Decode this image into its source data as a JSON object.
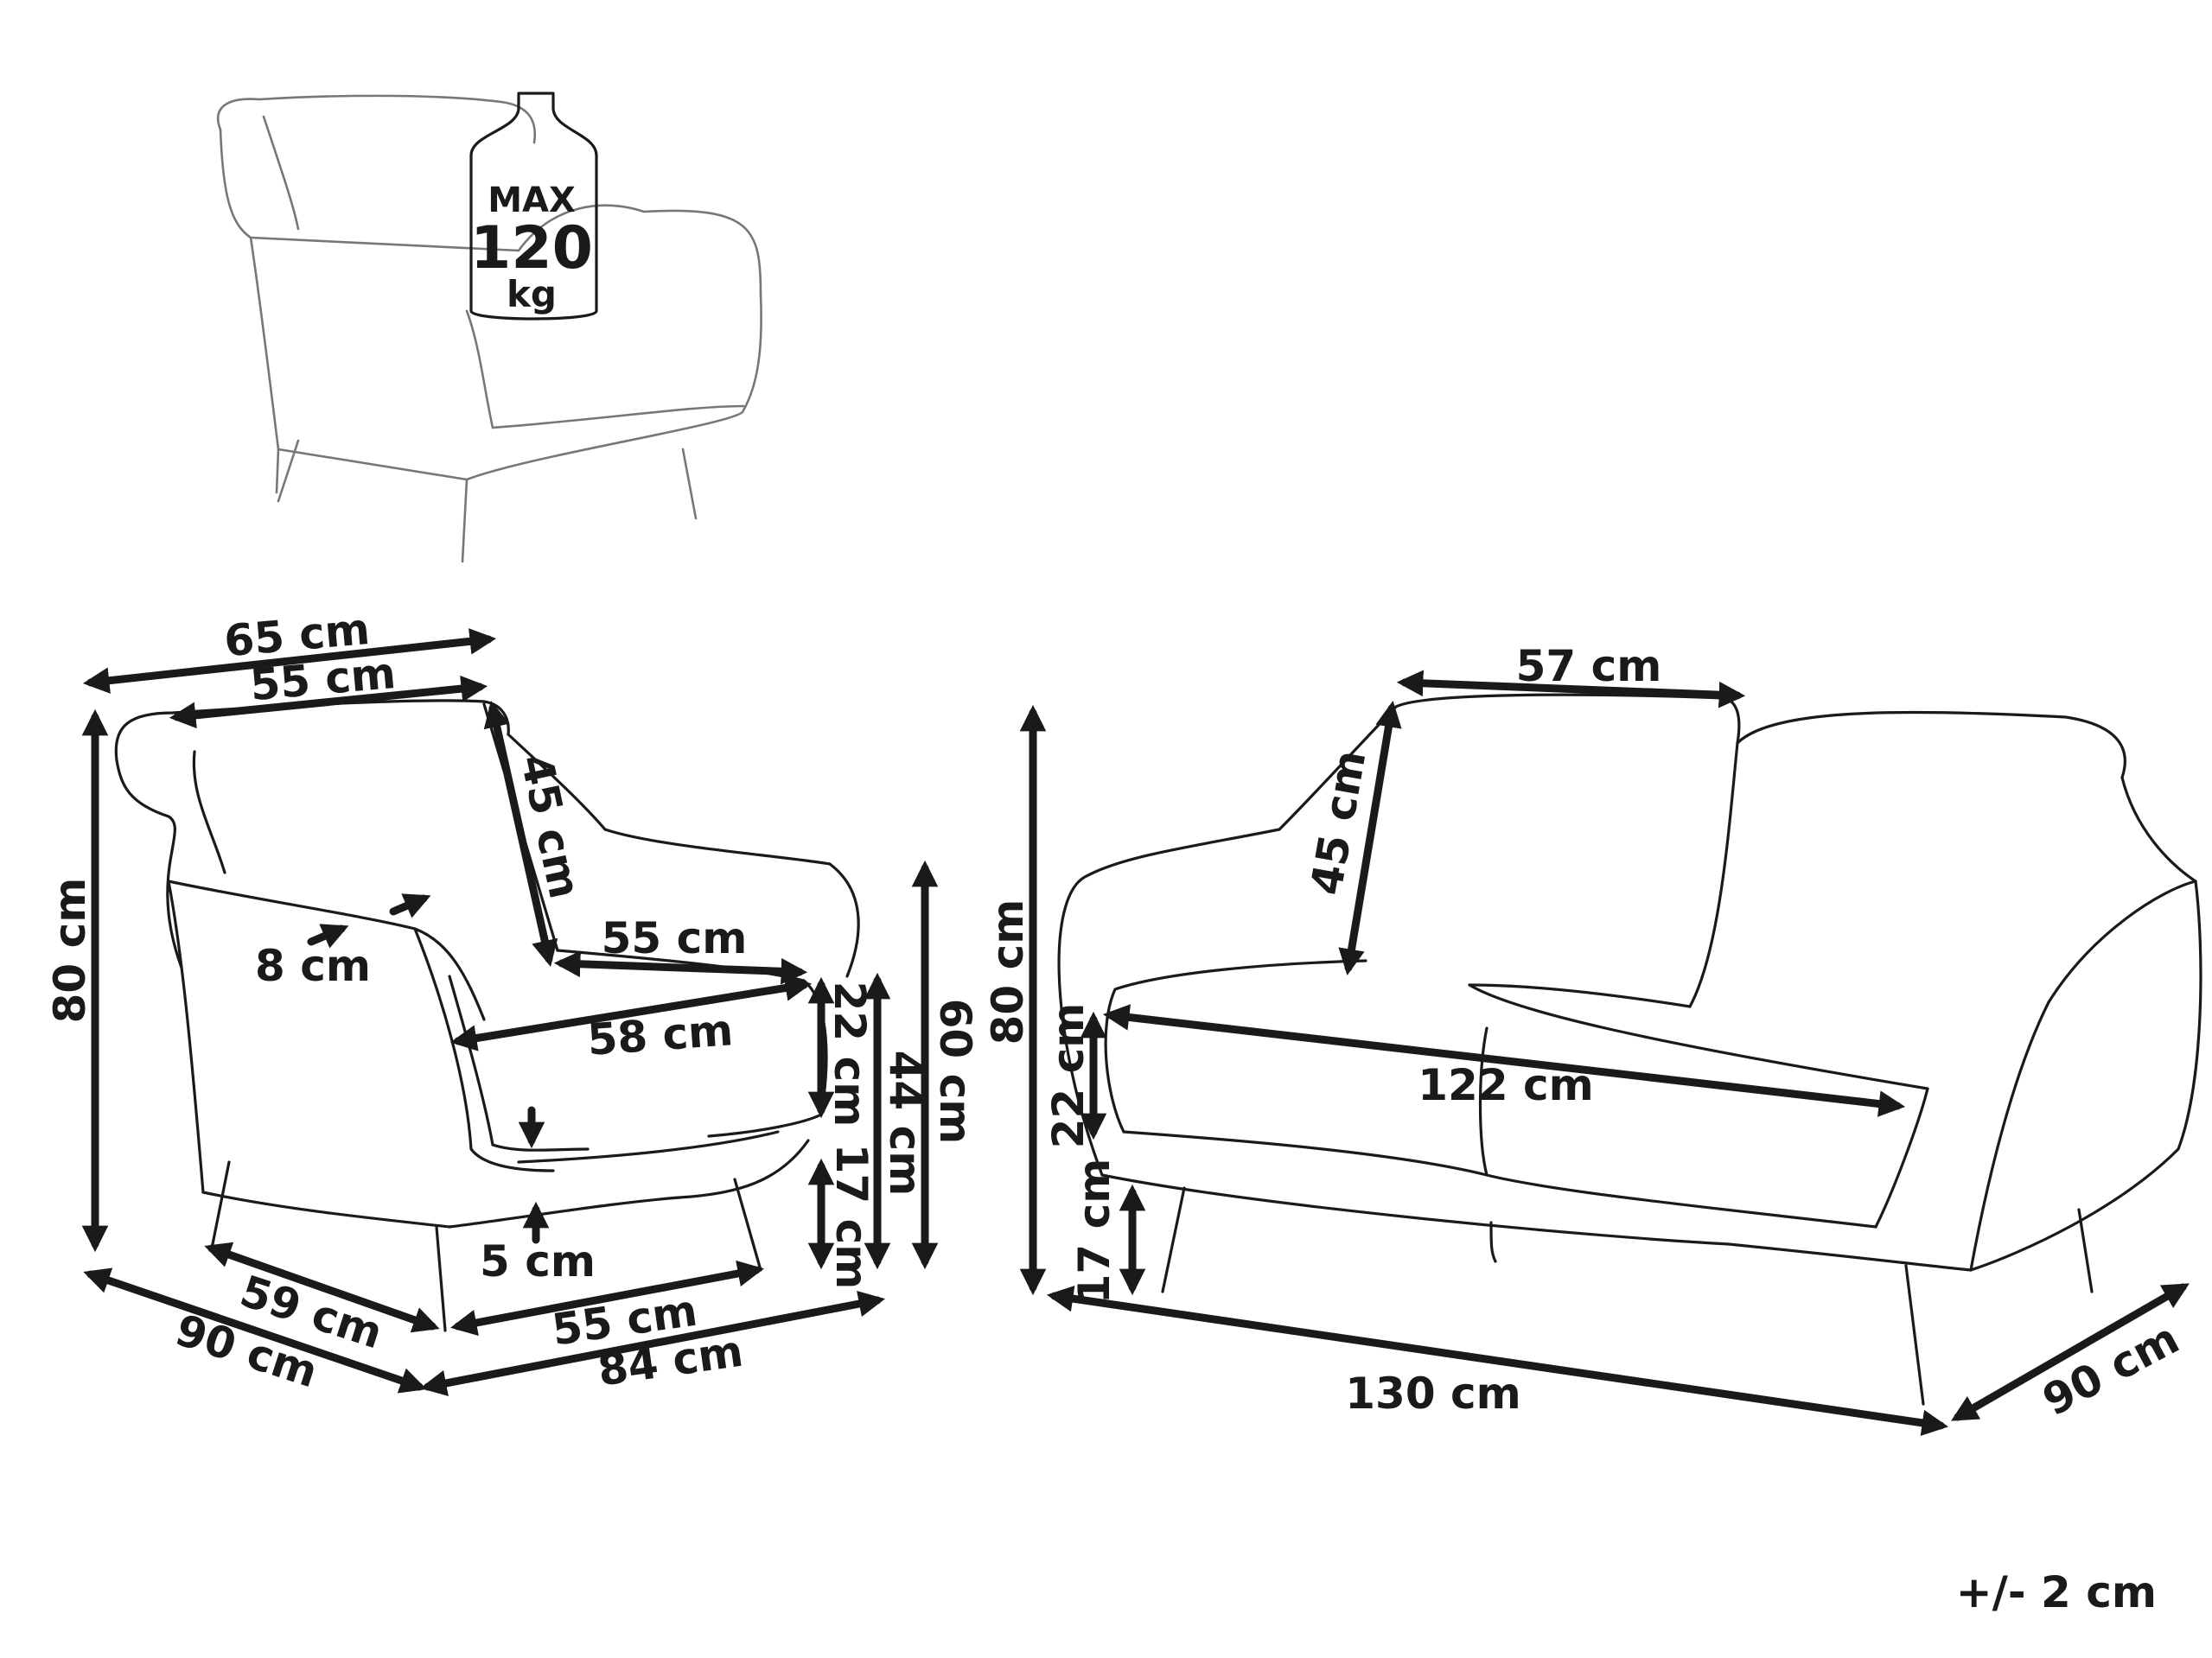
{
  "weight_badge": {
    "line1": "MAX",
    "line2": "120",
    "line3": "kg",
    "icon": "vase-weight-icon"
  },
  "armchair": {
    "width_total": "65 cm",
    "width_back": "55 cm",
    "height_total": "80 cm",
    "backrest_depth": "45 cm",
    "armrest_width": "8 cm",
    "seat_width": "55 cm",
    "seat_depth": "58 cm",
    "cushion_height": "22 cm",
    "seat_height": "44 cm",
    "arm_height": "60 cm",
    "leg_height": "17 cm",
    "cushion_gap": "5 cm",
    "base_depth": "59 cm",
    "base_width": "55 cm",
    "depth_total": "90 cm",
    "width_overall": "84 cm"
  },
  "sofa": {
    "seat_cushion_width": "57 cm",
    "backrest_depth": "45 cm",
    "height_total": "80 cm",
    "cushion_height": "22 cm",
    "seat_width": "122 cm",
    "leg_height": "17 cm",
    "width_total": "130 cm",
    "depth_total": "90 cm"
  },
  "tolerance": "+/- 2 cm"
}
